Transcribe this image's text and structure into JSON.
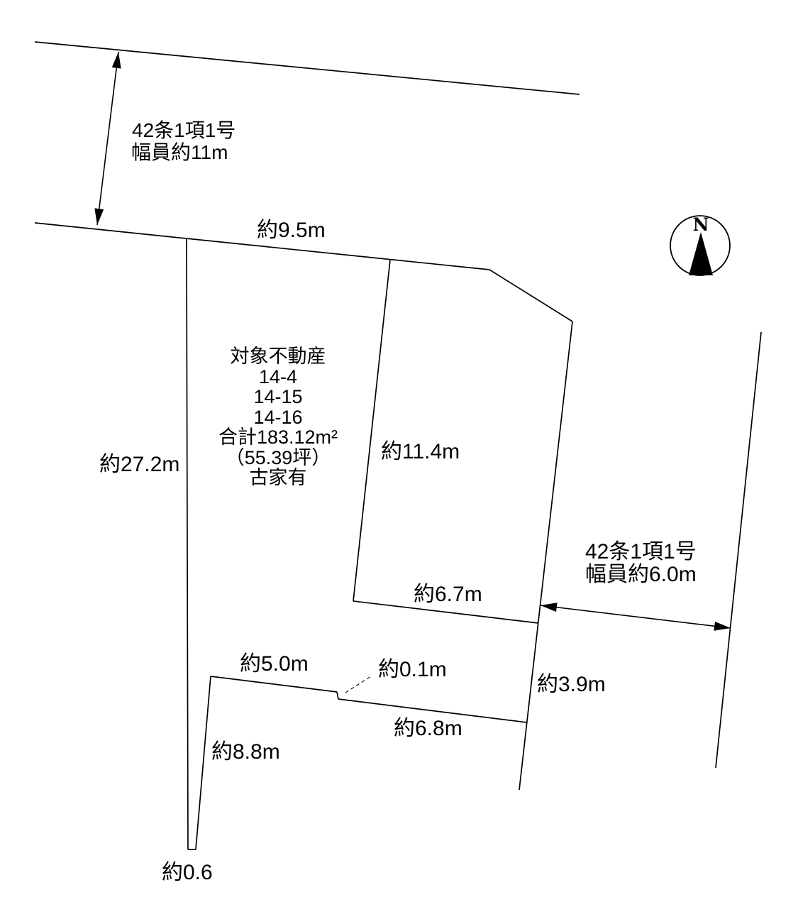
{
  "page": {
    "background": "#ffffff"
  },
  "colors": {
    "line": "#000000",
    "text": "#000000",
    "compass_needle": "#000000"
  },
  "top_road": {
    "regulation": "42条1項1号",
    "width": "幅員約11m"
  },
  "east_road": {
    "regulation": "42条1項1号",
    "width": "幅員約6.0m"
  },
  "parcel": {
    "info_lines": [
      "対象不動産",
      "14-4",
      "14-15",
      "14-16",
      "合計183.12m²",
      "（55.39坪）",
      "古家有"
    ]
  },
  "dimensions": {
    "north_frontage": "約9.5m",
    "west_side": "約27.2m",
    "middle_depth": "約11.4m",
    "middle_south": "約6.7m",
    "south_step": "約0.1m",
    "south_west": "約5.0m",
    "south_east": "約6.8m",
    "east_side": "約3.9m",
    "wedge_east": "約8.8m",
    "south_tip": "約0.6"
  },
  "compass": {
    "north": "N"
  }
}
